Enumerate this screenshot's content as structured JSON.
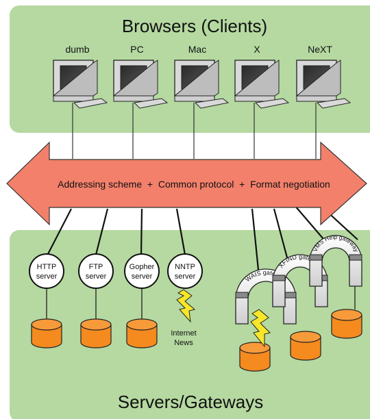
{
  "clients_panel": {
    "title": "Browsers (Clients)",
    "clients": [
      "dumb",
      "PC",
      "Mac",
      "X",
      "NeXT"
    ]
  },
  "arrow": {
    "label": "Addressing scheme  +  Common protocol  +  Format negotiation"
  },
  "servers_panel": {
    "title": "Servers/Gateways",
    "servers": [
      {
        "line1": "HTTP",
        "line2": "server"
      },
      {
        "line1": "FTP",
        "line2": "server"
      },
      {
        "line1": "Gopher",
        "line2": "server"
      },
      {
        "line1": "NNTP",
        "line2": "server"
      }
    ],
    "news_label": {
      "line1": "Internet",
      "line2": "News"
    },
    "gateways": [
      "WAIS gateway",
      "XFIND gateway",
      "VMS Help gateway"
    ]
  },
  "colors": {
    "panel_green": "#b5d9a1",
    "arrow_fill": "#f2806b",
    "database_fill": "#f58a1f",
    "lightning_fill": "#f7e62a",
    "gateway_cap": "#8a8a8a"
  }
}
